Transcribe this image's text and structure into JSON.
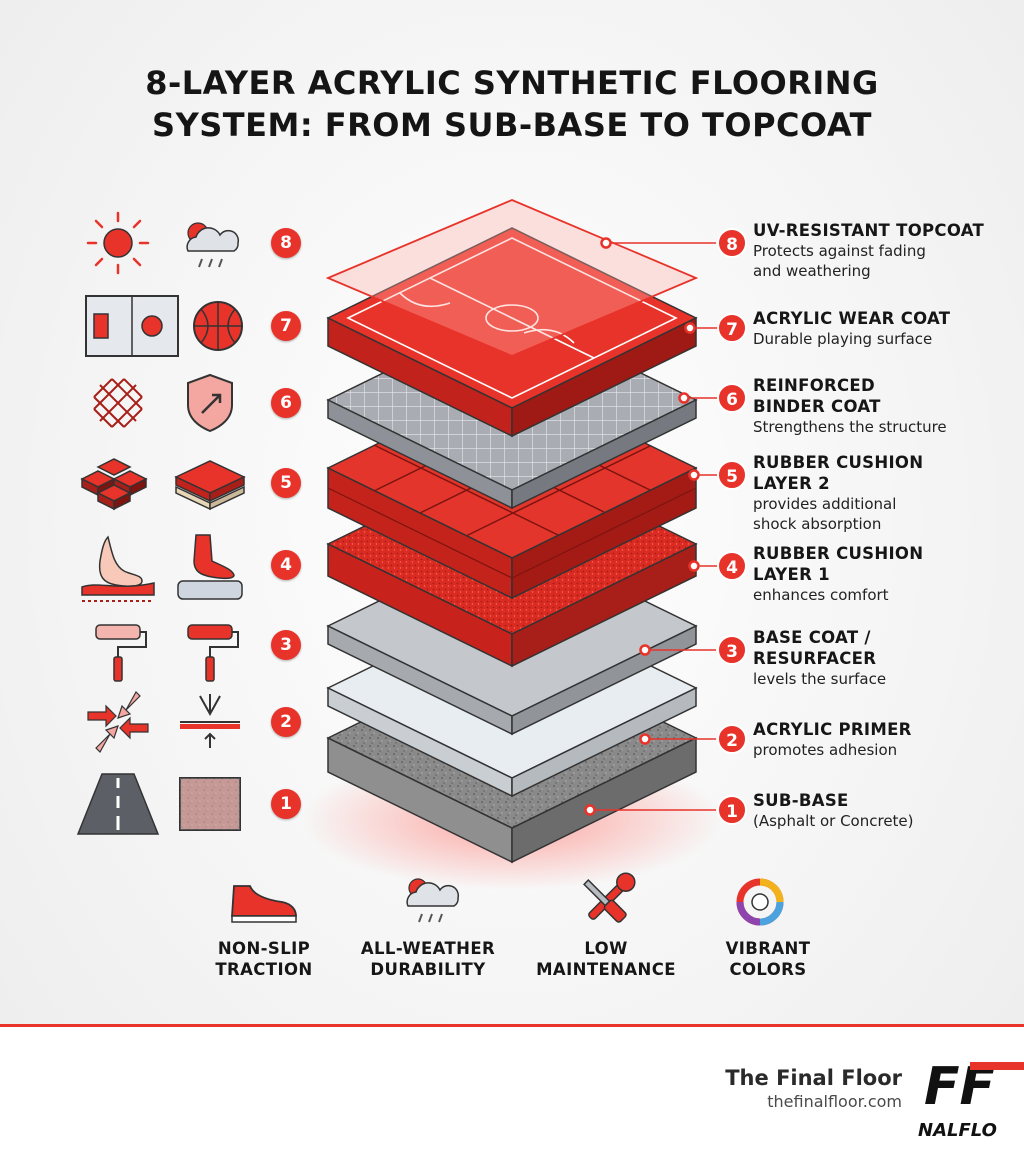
{
  "title": {
    "line1": "8-LAYER ACRYLIC SYNTHETIC FLOORING",
    "line2": "SYSTEM: FROM SUB-BASE TO TOPCOAT"
  },
  "layers": [
    {
      "number": "8",
      "title_lines": [
        "UV-RESISTANT TOPCOAT"
      ],
      "desc_lines": [
        "Protects against fading",
        "and weathering"
      ],
      "icons": [
        "sun-icon",
        "sun-cloud-rain-icon"
      ]
    },
    {
      "number": "7",
      "title_lines": [
        "ACRYLIC WEAR COAT"
      ],
      "desc_lines": [
        "Durable playing surface"
      ],
      "icons": [
        "basketball-court-icon",
        "basketball-icon"
      ]
    },
    {
      "number": "6",
      "title_lines": [
        "REINFORCED",
        "BINDER COAT"
      ],
      "desc_lines": [
        "Strengthens the structure"
      ],
      "icons": [
        "mesh-icon",
        "shield-arrow-icon"
      ]
    },
    {
      "number": "5",
      "title_lines": [
        "RUBBER CUSHION",
        "LAYER 2"
      ],
      "desc_lines": [
        "provides additional",
        "shock absorption"
      ],
      "icons": [
        "rubber-blocks-icon",
        "cushion-layers-icon"
      ]
    },
    {
      "number": "4",
      "title_lines": [
        "RUBBER CUSHION",
        "LAYER 1"
      ],
      "desc_lines": [
        "enhances comfort"
      ],
      "icons": [
        "foot-icon",
        "shoe-step-icon"
      ]
    },
    {
      "number": "3",
      "title_lines": [
        "BASE COAT /",
        "RESURFACER"
      ],
      "desc_lines": [
        "levels the surface"
      ],
      "icons": [
        "paint-roller-light-icon",
        "paint-roller-icon"
      ]
    },
    {
      "number": "2",
      "title_lines": [
        "ACRYLIC PRIMER"
      ],
      "desc_lines": [
        "promotes adhesion"
      ],
      "icons": [
        "inward-arrows-icon",
        "adhesion-arrows-icon"
      ]
    },
    {
      "number": "1",
      "title_lines": [
        "SUB-BASE"
      ],
      "desc_lines": [
        "(Asphalt or Concrete)"
      ],
      "icons": [
        "road-icon",
        "concrete-texture-icon"
      ]
    }
  ],
  "features": [
    {
      "icon": "running-shoe-icon",
      "lines": [
        "NON-SLIP",
        "TRACTION"
      ]
    },
    {
      "icon": "sun-cloud-rain-icon",
      "lines": [
        "ALL-WEATHER",
        "DURABILITY"
      ]
    },
    {
      "icon": "wrench-screwdriver-icon",
      "lines": [
        "LOW",
        "MAINTENANCE"
      ]
    },
    {
      "icon": "color-wheel-icon",
      "lines": [
        "VIBRANT",
        "COLORS"
      ]
    }
  ],
  "brand": {
    "name": "The Final Floor",
    "url": "thefinalfloor.com",
    "logo_mark": "FF",
    "logo_wordmark": "NALFLO"
  },
  "colors": {
    "accent": "#e8332a",
    "dark_red": "#a81e18",
    "concrete": "#7a7a7a",
    "gray_layer": "#c9ccd0",
    "text": "#161616"
  }
}
